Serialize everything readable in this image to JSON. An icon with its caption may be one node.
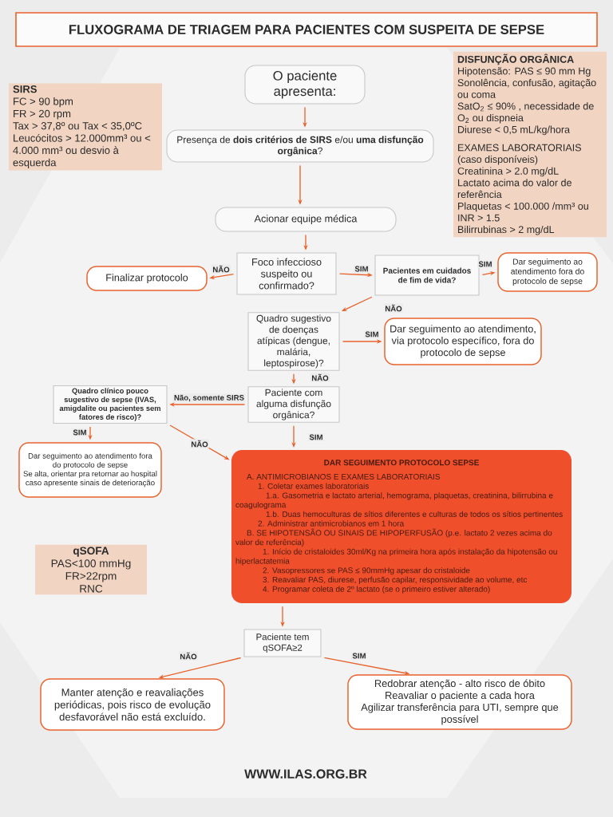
{
  "diagram": {
    "title": "FLUXOGRAMA DE TRIAGEM PARA PACIENTES COM SUSPEITA DE SEPSE",
    "nodes": [
      {
        "text": [
          "O paciente apresenta:"
        ]
      },
      {
        "text": [
          "Presença de **dois critérios de SIRS** e/ou **uma disfunção orgânica**?"
        ]
      },
      {
        "text": [
          "Acionar equipe médica"
        ]
      },
      {
        "text": [
          "Foco infeccioso suspeito ou confirmado?"
        ]
      },
      {
        "text": [
          "Finalizar protocolo"
        ]
      },
      {
        "text": [
          "Pacientes em cuidados de fim de vida?"
        ]
      },
      {
        "text": [
          "Dar seguimento ao atendimento fora do protocolo de sepse"
        ]
      },
      {
        "text": [
          "Quadro sugestivo de doenças atípicas (dengue, malária, leptospirose)?"
        ]
      },
      {
        "text": [
          "Dar seguimento ao atendimento, via protocolo específico, fora do protocolo de sepse"
        ]
      },
      {
        "text": [
          "Paciente com alguma disfunção orgânica?"
        ]
      },
      {
        "text": [
          "Quadro clínico pouco sugestivo de sepse (IVAS, amigdalite ou pacientes sem fatores de risco)?"
        ]
      },
      {
        "text": [
          "Dar seguimento ao atendimento fora do protocolo de sepse",
          "Se alta, orientar pra retornar ao hospital caso apresente sinais de deterioração"
        ]
      },
      {
        "text": [
          "DAR SEGUIMENTO PROTOCOLO SEPSE",
          "A. ANTIMICROBIANOS E EXAMES LABORATORIAIS",
          "1. Coletar exames laboratoriais",
          "1.a. Gasometria e lactato arterial, hemograma, plaquetas, creatinina, bilirrubina e coagulograma",
          "1.b. Duas hemoculturas de sítios diferentes e culturas de todos os sítios pertinentes",
          "2. Administrar antimicrobianos em 1 hora",
          "B. SE HIPOTENSÃO OU SINAIS DE HIPOPERFUSÃO (p.e. lactato 2 vezes acima do valor de referência)",
          "1. Início de cristaloides 30ml/Kg na primeira hora após instalação da hipotensão ou hiperlactatemia",
          "2. Vasopressores se PAS ≤ 90mmHg apesar do cristaloide",
          "3. Reavaliar PAS, diurese, perfusão capilar, responsividade ao volume, etc",
          "4. Programar coleta de 2º lactato (se o primeiro estiver alterado)"
        ]
      },
      {
        "text": [
          "Paciente tem qSOFA≥2"
        ]
      },
      {
        "text": [
          "Manter atenção e reavaliações periódicas, pois risco de evolução desfavorável não está excluído."
        ]
      },
      {
        "text": [
          "Redobrar atenção - alto risco de óbito",
          "Reavaliar o paciente a cada hora",
          "Agilizar transferência para UTI, sempre que possível"
        ]
      },
      {
        "text": [
          "SIRS",
          "FC > 90 bpm",
          "FR > 20 rpm",
          "Tax > 37,8º ou Tax < 35,0ºC",
          "Leucócitos > 12.000mm³ ou < 4.000 mm³ ou desvio à esquerda"
        ]
      },
      {
        "text": [
          "DISFUNÇÃO ORGÂNICA",
          "Hipotensão: PAS ≤ 90 mm Hg",
          "Sonolência, confusão, agitação ou coma",
          "SatO$_{2}$ ≤ 90% , necessidade de O$_{2}$ ou dispneia",
          "Diurese < 0,5 mL/kg/hora",
          "EXAMES LABORATORIAIS (caso disponíveis)",
          "Creatinina > 2.0 mg/dL",
          "Lactato acima do valor de referência",
          "Plaquetas < 100.000 /mm³ ou INR > 1.5",
          "Bilirrubinas > 2 mg/dL"
        ]
      },
      {
        "text": [
          "qSOFA",
          "PAS<100 mmHg",
          "FR>22rpm",
          "RNC"
        ]
      }
    ],
    "edges": [
      {
        "from": 0,
        "to": 1,
        "arrow": "to"
      },
      {
        "from": 1,
        "to": 2,
        "arrow": "to"
      },
      {
        "from": 2,
        "to": 3,
        "arrow": "to"
      },
      {
        "from": 3,
        "to": 4,
        "arrow": "to",
        "label": "NÃO"
      },
      {
        "from": 3,
        "to": 5,
        "arrow": "to",
        "label": "SIM"
      },
      {
        "from": 5,
        "to": 6,
        "arrow": "to",
        "label": "SIM"
      },
      {
        "from": 5,
        "to": 7,
        "arrow": "to",
        "label": "NÃO"
      },
      {
        "from": 7,
        "to": 8,
        "arrow": "to",
        "label": "SIM"
      },
      {
        "from": 7,
        "to": 9,
        "arrow": "to",
        "label": "NÃO"
      },
      {
        "from": 9,
        "to": 10,
        "arrow": "to",
        "label": "Não, somente SIRS"
      },
      {
        "from": 9,
        "to": 12,
        "arrow": "to",
        "label": "SIM"
      },
      {
        "from": 10,
        "to": 11,
        "arrow": "to",
        "label": "SIM"
      },
      {
        "from": 10,
        "to": 12,
        "arrow": "to",
        "label": "NÃO"
      },
      {
        "from": 12,
        "to": 13,
        "arrow": "to"
      },
      {
        "from": 13,
        "to": 14,
        "arrow": "to",
        "label": "NÃO"
      },
      {
        "from": 13,
        "to": 15,
        "arrow": "to",
        "label": "SIM"
      }
    ],
    "labels": [
      "WWW.ILAS.ORG.BR"
    ]
  }
}
